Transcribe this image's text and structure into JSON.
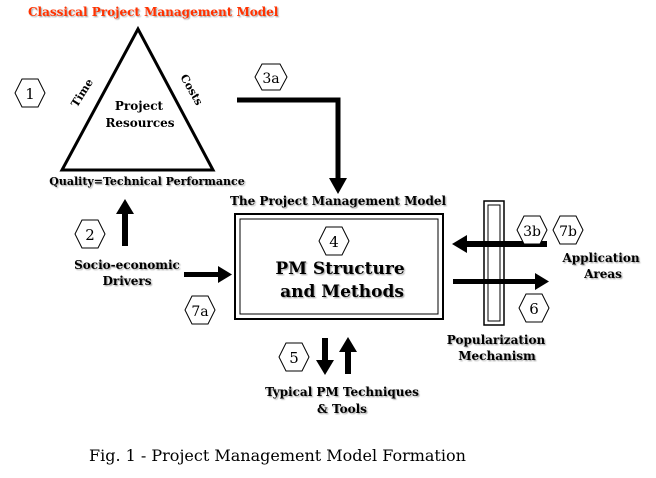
{
  "title": "Classical Project Management Model",
  "triangle": {
    "left_side": "Time",
    "right_side": "Costs",
    "center_line1": "Project",
    "center_line2": "Resources",
    "base": "Quality=Technical Performance"
  },
  "model_title": "The Project Management Model",
  "core_box": {
    "line1": "PM Structure",
    "line2": "and Methods"
  },
  "socio": {
    "line1": "Socio-economic",
    "line2": "Drivers"
  },
  "application": {
    "line1": "Application",
    "line2": "Areas"
  },
  "popularization": {
    "line1": "Popularization",
    "line2": "Mechanism"
  },
  "techniques": {
    "line1": "Typical PM Techniques",
    "line2": "& Tools"
  },
  "badges": {
    "b1": "1",
    "b2": "2",
    "b3a": "3a",
    "b3b": "3b",
    "b4": "4",
    "b5": "5",
    "b6": "6",
    "b7a": "7a",
    "b7b": "7b"
  },
  "caption": "Fig. 1 - Project Management Model Formation",
  "colors": {
    "title": "#ff3300",
    "ink": "#000000"
  }
}
